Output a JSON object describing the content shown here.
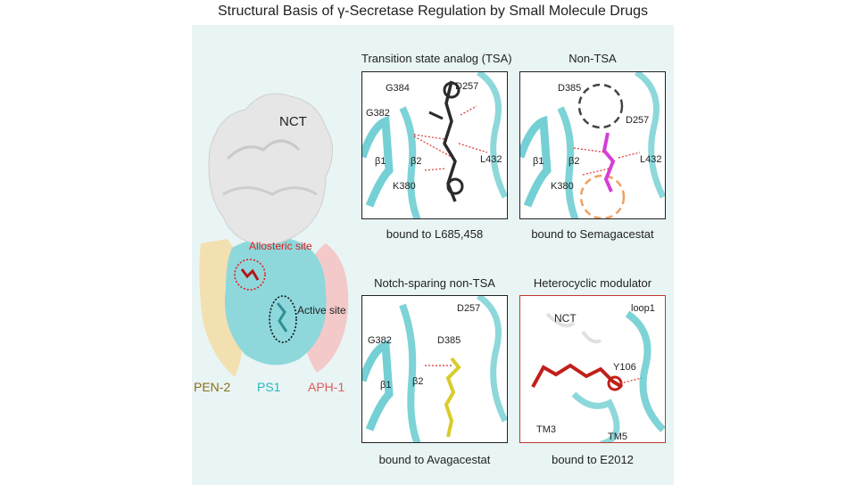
{
  "title": "Structural Basis of γ-Secretase Regulation by Small Molecule Drugs",
  "overview": {
    "nct_label": "NCT",
    "allosteric_label": "Allosteric site",
    "active_label": "Active site",
    "subunits": [
      {
        "label": "PEN-2",
        "color": "#8a6d1a"
      },
      {
        "label": "PS1",
        "color": "#2bb5c0"
      },
      {
        "label": "APH-1",
        "color": "#e05a5a"
      }
    ]
  },
  "panels": [
    {
      "title": "Transition state analog (TSA)",
      "caption": "bound to L685,458",
      "residues": [
        "G384",
        "D257",
        "G382",
        "L432",
        "β1",
        "β2",
        "K380"
      ]
    },
    {
      "title": "Non-TSA",
      "caption": "bound to Semagacestat",
      "residues": [
        "D385",
        "D257",
        "L432",
        "β1",
        "β2",
        "K380"
      ]
    },
    {
      "title": "Notch-sparing non-TSA",
      "caption": "bound to Avagacestat",
      "residues": [
        "D257",
        "G382",
        "D385",
        "β1",
        "β2"
      ]
    },
    {
      "title": "Heterocyclic modulator",
      "caption": "bound to E2012",
      "residues": [
        "NCT",
        "loop1",
        "Y106",
        "TM3",
        "TM5"
      ]
    }
  ],
  "colors": {
    "ribbon": "#5cc8cc",
    "tsa_ligand": "#2b2b2b",
    "semagacestat": "#d63fd6",
    "avagacestat": "#d8cc2a",
    "e2012": "#c0201a",
    "hbond": "#e03030"
  }
}
